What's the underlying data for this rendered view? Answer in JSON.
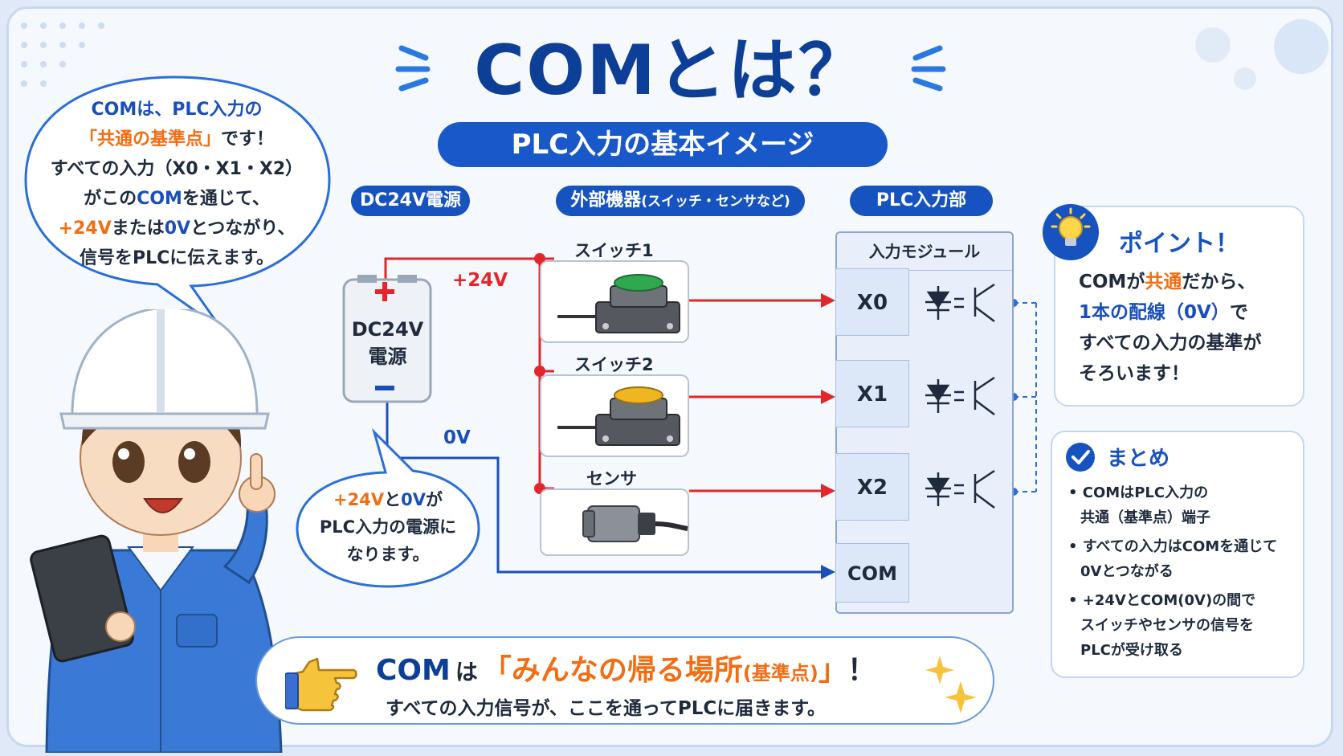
{
  "title": "COMとは？",
  "subtitle": "PLC入力の基本イメージ",
  "headers": {
    "power": "DC24V電源",
    "devices_main": "外部機器",
    "devices_sub": "(スイッチ・センサなど)",
    "plc": "PLC入力部"
  },
  "speech_bubble": {
    "line1_a": "COMは、",
    "line1_b": "PLC入力の",
    "line2_a": "「共通の基準点」",
    "line2_b": "です！",
    "line3": "すべての入力（X0・X1・X2）",
    "line4_a": "がこの",
    "line4_b": "COM",
    "line4_c": "を通じて、",
    "line5_a": "+24V",
    "line5_b": "または",
    "line5_c": "0V",
    "line5_d": "とつながり、",
    "line6": "信号をPLCに伝えます。"
  },
  "power_supply": {
    "label1": "DC24V",
    "label2": "電源",
    "plus_label": "+24V",
    "zero_label": "0V"
  },
  "devices": {
    "switch1": "スイッチ1",
    "switch2": "スイッチ2",
    "sensor": "センサ"
  },
  "small_bubble": {
    "a": "+24V",
    "b": "と",
    "c": "0V",
    "d": "が",
    "line2": "PLC入力の電源に",
    "line3": "なります。"
  },
  "plc_module": {
    "header": "入力モジュール",
    "inputs": [
      "X0",
      "X1",
      "X2"
    ],
    "com": "COM"
  },
  "point": {
    "title": "ポイント！",
    "l1_a": "COMが",
    "l1_b": "共通",
    "l1_c": "だから、",
    "l2": "1本の配線（0V）",
    "l2_b": "で",
    "l3": "すべての入力の基準が",
    "l4": "そろいます！"
  },
  "summary": {
    "title": "まとめ",
    "items": [
      {
        "l1": "COMはPLC入力の",
        "l2": "共通（基準点）端子"
      },
      {
        "l1": "すべての入力はCOMを通じて",
        "l2": "0Vとつながる"
      },
      {
        "l1": "+24VとCOM(0V)の間で",
        "l2": "スイッチやセンサの信号を",
        "l3": "PLCが受け取る"
      }
    ]
  },
  "bottom": {
    "com": "COM",
    "wa": "は",
    "highlight_a": "「みんなの帰る場所",
    "highlight_b": "(基準点)",
    "highlight_c": "」",
    "excl": "！",
    "line2": "すべての入力信号が、ここを通ってPLCに届きます。"
  },
  "colors": {
    "navy": "#0d3f97",
    "accent_blue": "#1653bf",
    "orange": "#f26d12",
    "wire_red": "#e3262b",
    "wire_blue": "#1a4fba"
  }
}
